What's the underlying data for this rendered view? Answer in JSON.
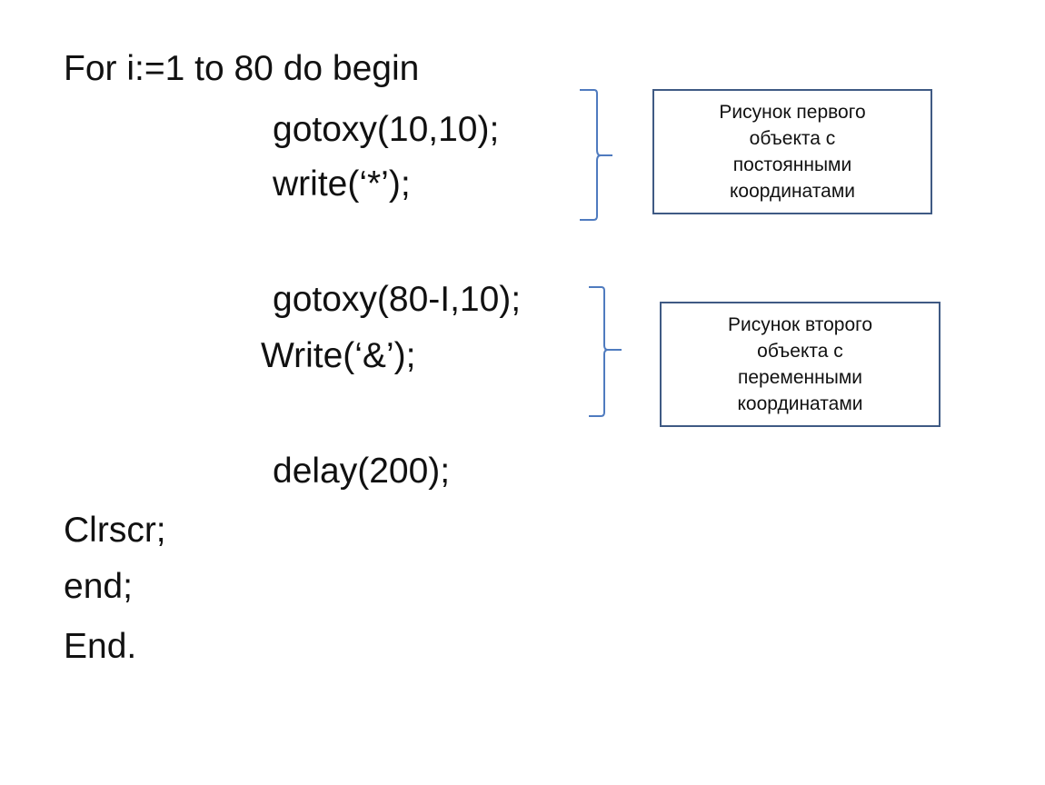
{
  "code": {
    "line_for": "For i:=1 to 80 do begin",
    "line_gotoxy_fixed": "gotoxy(10,10);",
    "line_write_star": "write(‘*’);",
    "line_gotoxy_var": "gotoxy(80-I,10);",
    "line_write_amp": "Write(‘&’);",
    "line_delay": "delay(200);",
    "line_clrscr": "Clrscr;",
    "line_end": "end;",
    "line_end_program": "End."
  },
  "annotations": [
    {
      "lines": [
        "Рисунок первого",
        "объекта с",
        "постоянными",
        "координатами"
      ]
    },
    {
      "lines": [
        "Рисунок второго",
        "объекта с",
        "переменными",
        "координатами"
      ]
    }
  ],
  "colors": {
    "text": "#111111",
    "bracket": "#4f7bbf",
    "box_border": "#3f5a84",
    "background": "#ffffff"
  }
}
